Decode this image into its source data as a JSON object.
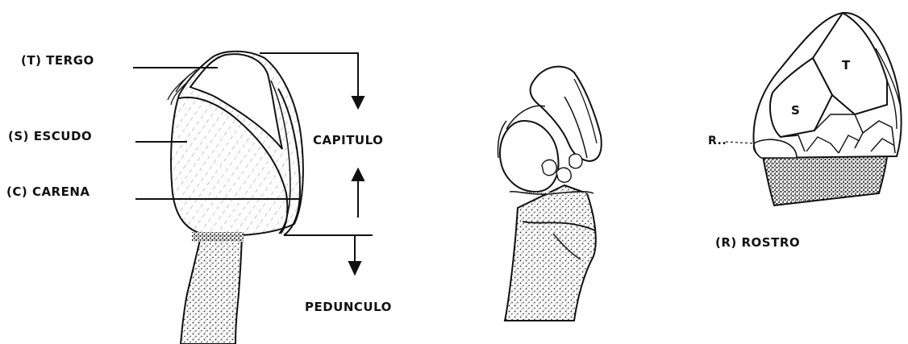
{
  "labels": {
    "tergo": "(T) TERGO",
    "escudo": "(S) ESCUDO",
    "carena": "(C) CARENA",
    "capitulo": "CAPITULO",
    "pedunculo": "PEDUNCULO",
    "rostro": "(R) ROSTRO",
    "plate_t": "T",
    "plate_s": "S",
    "r_marker": "R.."
  },
  "colors": {
    "ink": "#111111",
    "paper": "#ffffff",
    "stipple": "#555555"
  }
}
